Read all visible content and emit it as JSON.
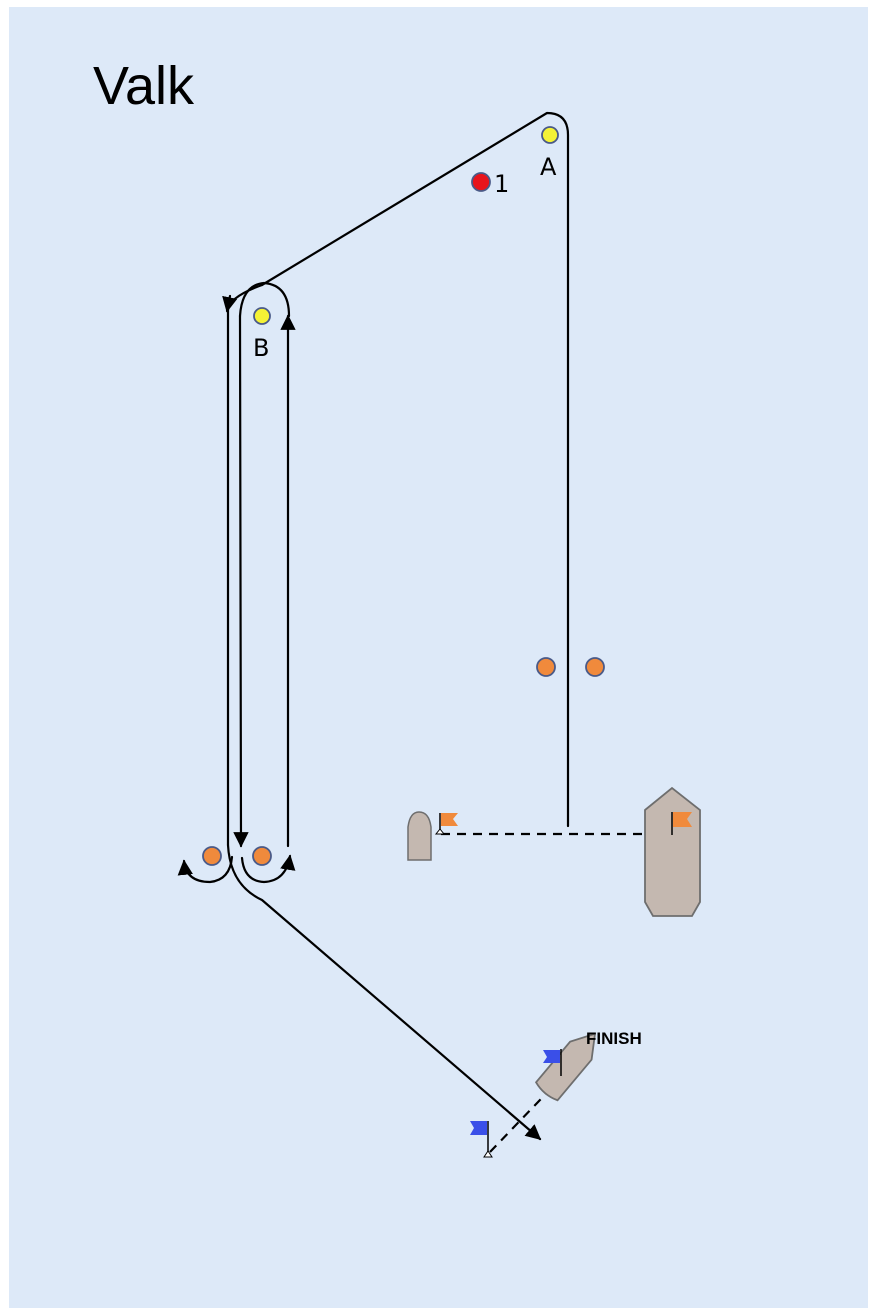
{
  "title": "Valk",
  "marks": {
    "mark_1": "1",
    "mark_a": "A",
    "mark_b": "B"
  },
  "finish_label": "FINISH",
  "colors": {
    "water": "#dde9f8",
    "border": "#ffffff",
    "mark_yellow": "#f4f236",
    "mark_red": "#e8141c",
    "mark_orange": "#f08a3c",
    "mark_outline": "#4a5a88",
    "boat_fill": "#c4b8b0",
    "boat_outline": "#6e6e6e",
    "flag_orange": "#f08a3c",
    "flag_blue": "#3a4fe8"
  },
  "icons": {
    "start_flag": "orange-flag",
    "finish_flag": "blue-flag",
    "committee_boat": "boat-hull"
  }
}
